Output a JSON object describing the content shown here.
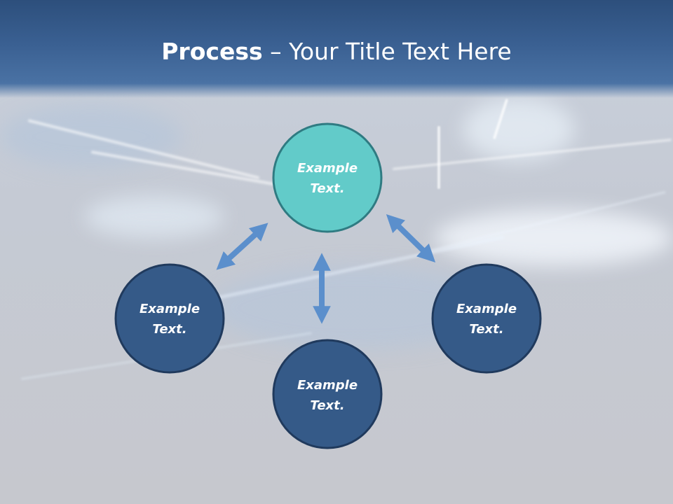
{
  "title": {
    "bold": "Process",
    "dash": " – ",
    "rest": "Your Title Text Here"
  },
  "nodes": [
    {
      "id": "top",
      "line1": "Example",
      "line2": "Text."
    },
    {
      "id": "left",
      "line1": "Example",
      "line2": "Text."
    },
    {
      "id": "bottom",
      "line1": "Example",
      "line2": "Text."
    },
    {
      "id": "right",
      "line1": "Example",
      "line2": "Text."
    }
  ],
  "colors": {
    "header": "#3a6092",
    "accent_node": "#62cbc9",
    "accent_node_border": "#2f7b82",
    "node": "#355a88",
    "node_border": "#203a5d",
    "arrow": "#5b8fcc"
  }
}
